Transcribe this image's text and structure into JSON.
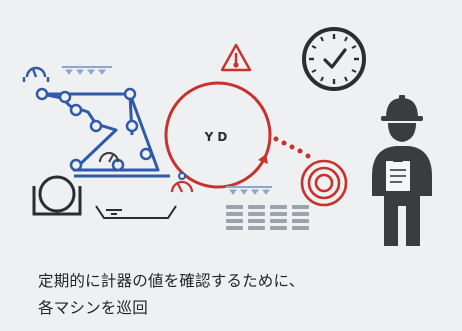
{
  "diagram": {
    "dryer_label": "YD"
  },
  "caption": {
    "line1": "定期的に計器の値を確認するために、",
    "line2": "各マシンを巡回"
  },
  "colors": {
    "background": "#eef0f2",
    "machine_blue": "#2f5aa8",
    "dryer_red": "#c8322c",
    "worker_gray": "#3a3d40",
    "light_gray": "#9aa3ab",
    "clock_dark": "#2b2e31"
  },
  "icons": [
    "gauge-icon",
    "warning-thermometer-icon",
    "clock-icon",
    "worker-with-clipboard-icon",
    "coil-icon"
  ]
}
